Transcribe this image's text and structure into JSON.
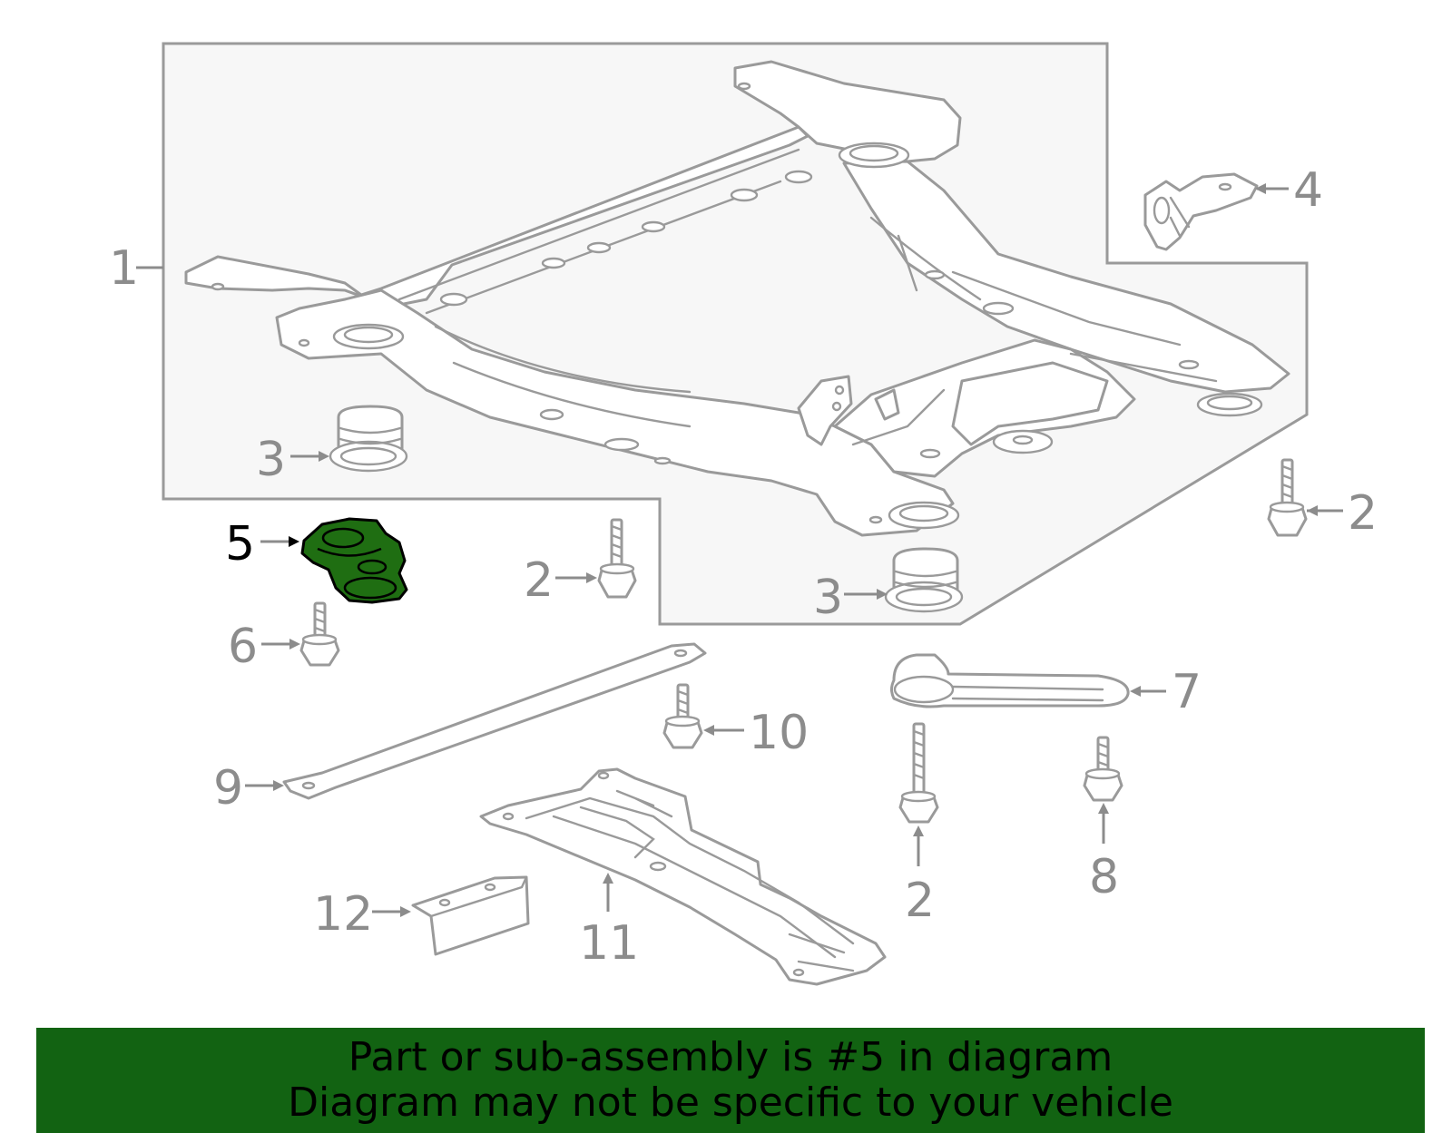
{
  "callouts": [
    {
      "id": "1",
      "label": "1",
      "active": false
    },
    {
      "id": "2a",
      "label": "2",
      "active": false
    },
    {
      "id": "2b",
      "label": "2",
      "active": false
    },
    {
      "id": "2c",
      "label": "2",
      "active": false
    },
    {
      "id": "3a",
      "label": "3",
      "active": false
    },
    {
      "id": "3b",
      "label": "3",
      "active": false
    },
    {
      "id": "4",
      "label": "4",
      "active": false
    },
    {
      "id": "5",
      "label": "5",
      "active": true
    },
    {
      "id": "6",
      "label": "6",
      "active": false
    },
    {
      "id": "7",
      "label": "7",
      "active": false
    },
    {
      "id": "8",
      "label": "8",
      "active": false
    },
    {
      "id": "9",
      "label": "9",
      "active": false
    },
    {
      "id": "10",
      "label": "10",
      "active": false
    },
    {
      "id": "11",
      "label": "11",
      "active": false
    },
    {
      "id": "12",
      "label": "12",
      "active": false
    }
  ],
  "colors": {
    "banner_background": "#126312",
    "highlight_fill": "#1f6e12",
    "line_gray": "#9a9a9a",
    "panel_fill": "#f7f7f7"
  },
  "banner": {
    "line1": "Part or sub-assembly is #5 in diagram",
    "line2": "Diagram may not be specific to your vehicle"
  }
}
